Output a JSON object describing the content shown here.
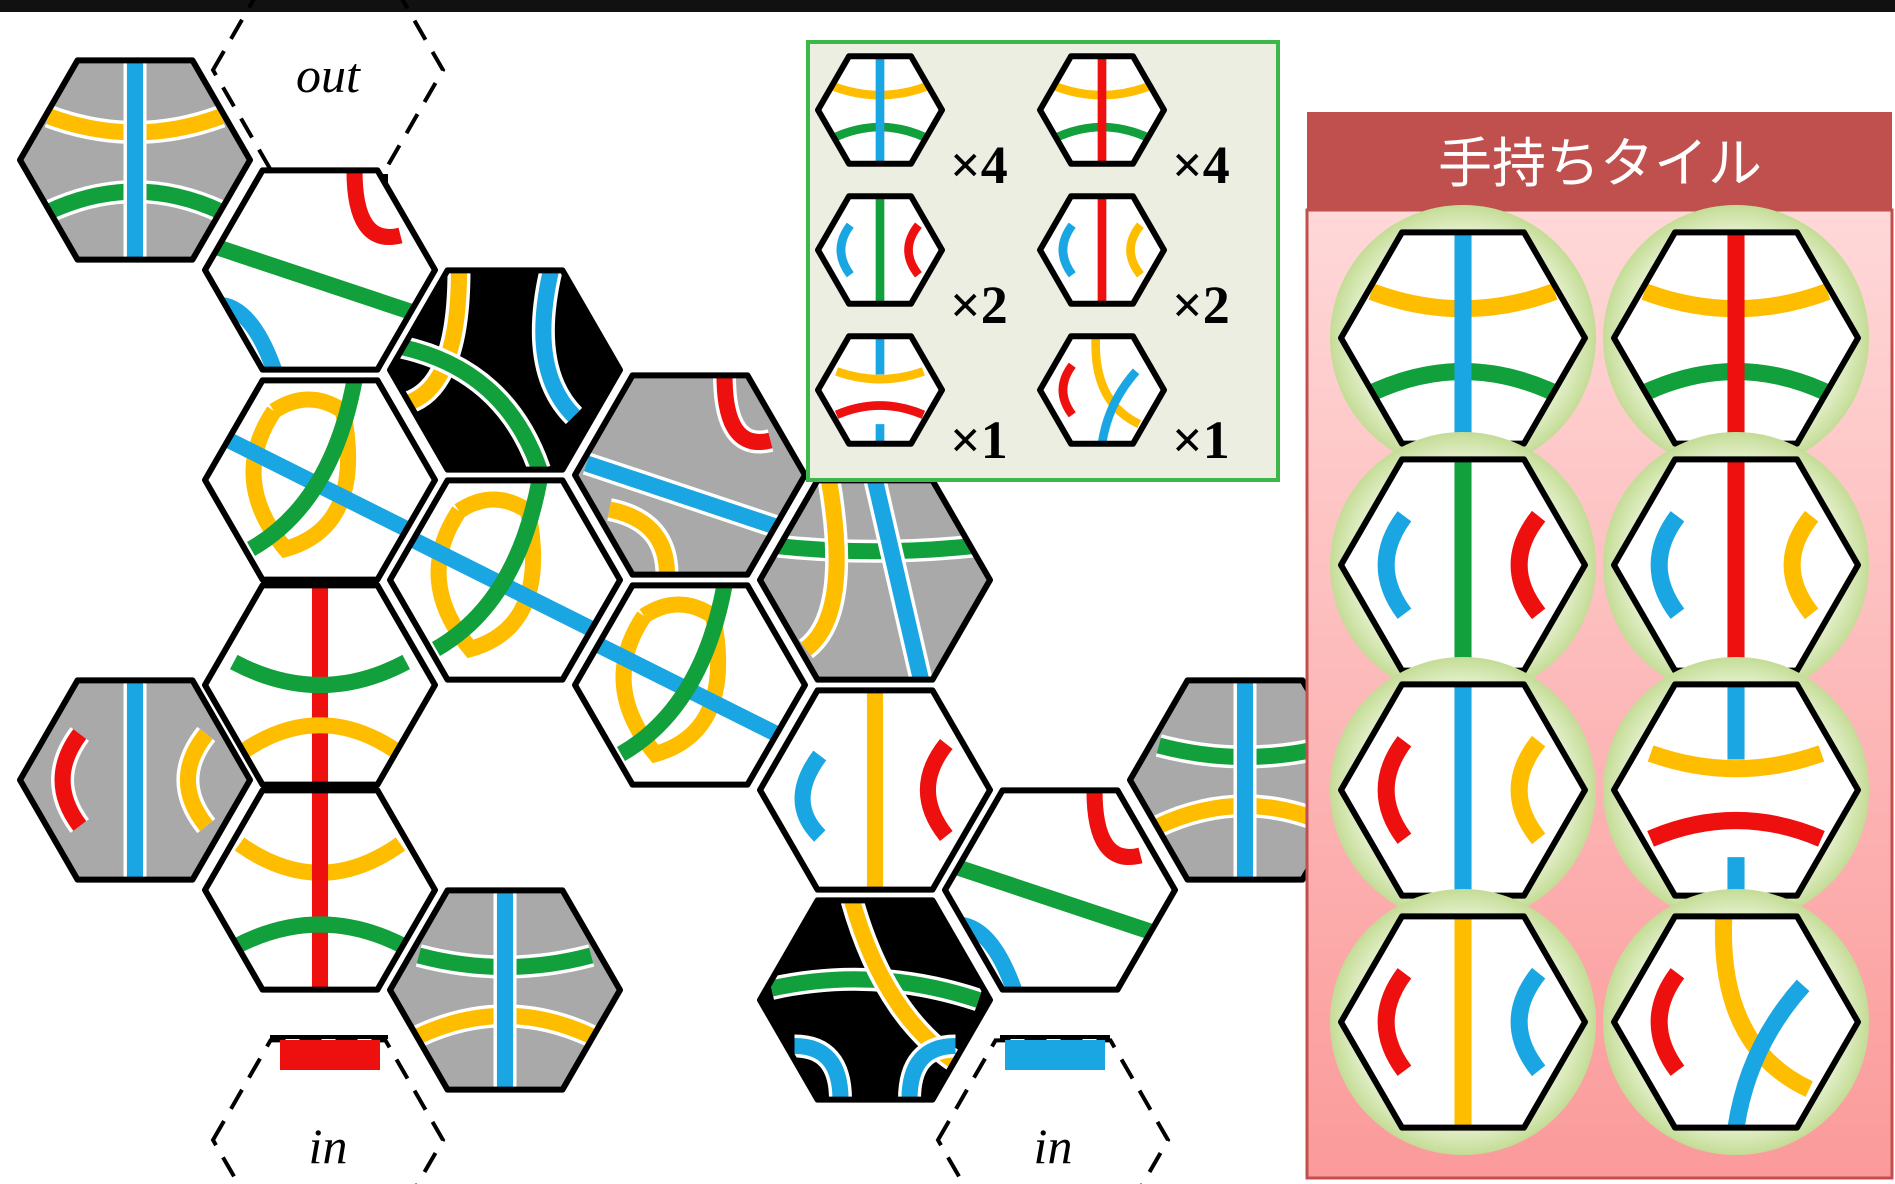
{
  "labels": {
    "out": "out",
    "in_left": "in",
    "in_right": "in"
  },
  "hand_panel": {
    "title": "手持ちタイル"
  },
  "legend": {
    "counts": [
      "×4",
      "×4",
      "×2",
      "×2",
      "×1",
      "×1"
    ]
  },
  "colors": {
    "blue": "#1aa6e2",
    "yellow": "#ffbd00",
    "green": "#12a03c",
    "red": "#ee0f0f",
    "gray": "#a9a9a9",
    "black": "#000000",
    "legend_bg": "#eceee2",
    "legend_border": "#3cb84a",
    "panel_header": "#c0504d",
    "panel_bg": "#ffcbcb"
  }
}
